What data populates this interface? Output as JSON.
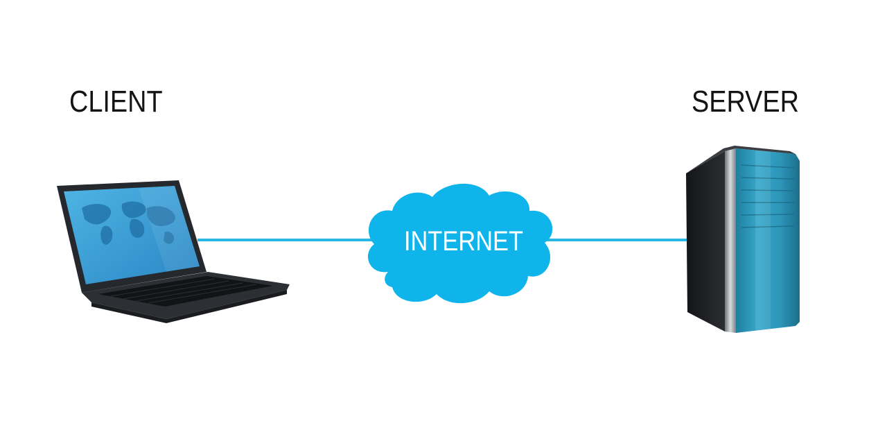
{
  "diagram": {
    "nodes": {
      "client": {
        "label": "CLIENT",
        "icon": "laptop-icon"
      },
      "internet": {
        "label": "INTERNET",
        "icon": "cloud-icon"
      },
      "server": {
        "label": "SERVER",
        "icon": "server-tower-icon"
      }
    },
    "colors": {
      "link": "#29b8e6",
      "cloud": "#0fb4ea",
      "label": "#141414",
      "laptop_body": "#2a2d31",
      "screen": "#3aa3d6",
      "server_body": "#1e1f22",
      "server_panel": "#2b9cc0"
    }
  }
}
